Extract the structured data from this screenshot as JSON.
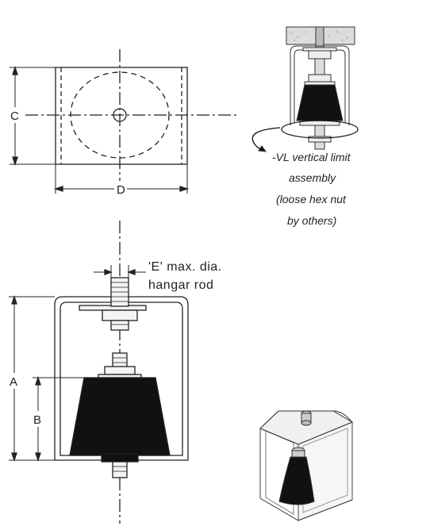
{
  "labels": {
    "dim_c": "C",
    "dim_d": "D",
    "dim_a": "A",
    "dim_b": "B",
    "rod_note_line1": "'E' max. dia.",
    "rod_note_line2": "hangar rod"
  },
  "vl_note": {
    "line1": "-VL vertical limit",
    "line2": "assembly",
    "line3": "(loose hex nut",
    "line4": "by others)"
  },
  "colors": {
    "line": "#222222",
    "rubber": "#111111",
    "steel": "#f4f4f4"
  }
}
